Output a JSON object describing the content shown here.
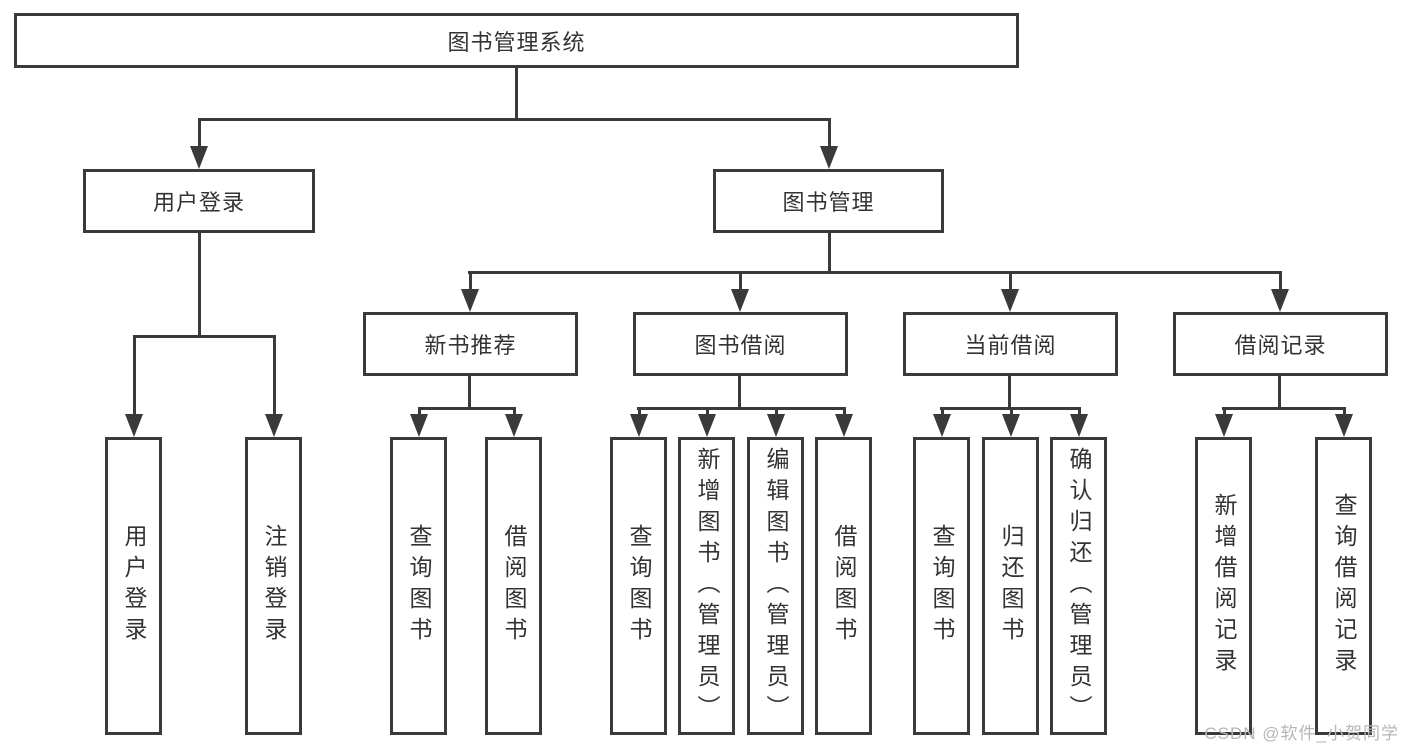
{
  "nodes": {
    "root": "图书管理系统",
    "l2_user_login": "用户登录",
    "l2_book_mgmt": "图书管理",
    "l3_new_books": "新书推荐",
    "l3_book_borrow": "图书借阅",
    "l3_current_borrow": "当前借阅",
    "l3_borrow_records": "借阅记录",
    "leaf_user_login": "用户登录",
    "leaf_logout": "注销登录",
    "leaf_nb_query": "查询图书",
    "leaf_nb_borrow": "借阅图书",
    "leaf_bb_query": "查询图书",
    "leaf_bb_add": "新增图书（管理员）",
    "leaf_bb_edit": "编辑图书（管理员）",
    "leaf_bb_borrow": "借阅图书",
    "leaf_cb_query": "查询图书",
    "leaf_cb_return": "归还图书",
    "leaf_cb_confirm": "确认归还（管理员）",
    "leaf_br_add": "新增借阅记录",
    "leaf_br_query": "查询借阅记录"
  },
  "watermark": "CSDN @软件_小贺同学",
  "colors": {
    "line": "#3a3a3a",
    "text": "#333333",
    "watermark": "#b6b6b6",
    "background": "#ffffff"
  }
}
